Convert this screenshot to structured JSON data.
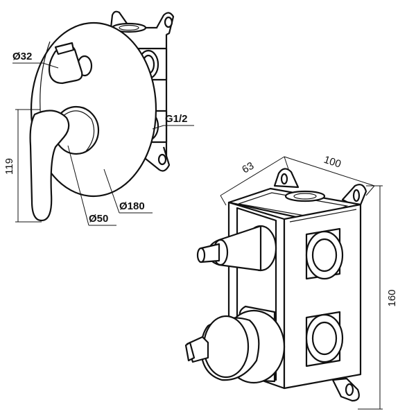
{
  "drawing": {
    "front_view": {
      "labels": {
        "knob_diameter": "Ø32",
        "thread": "G1/2",
        "height": "119",
        "lever_diameter": "Ø50",
        "plate_diameter": "Ø180"
      }
    },
    "box_view": {
      "labels": {
        "depth": "63",
        "width": "100",
        "height": "160"
      }
    }
  }
}
